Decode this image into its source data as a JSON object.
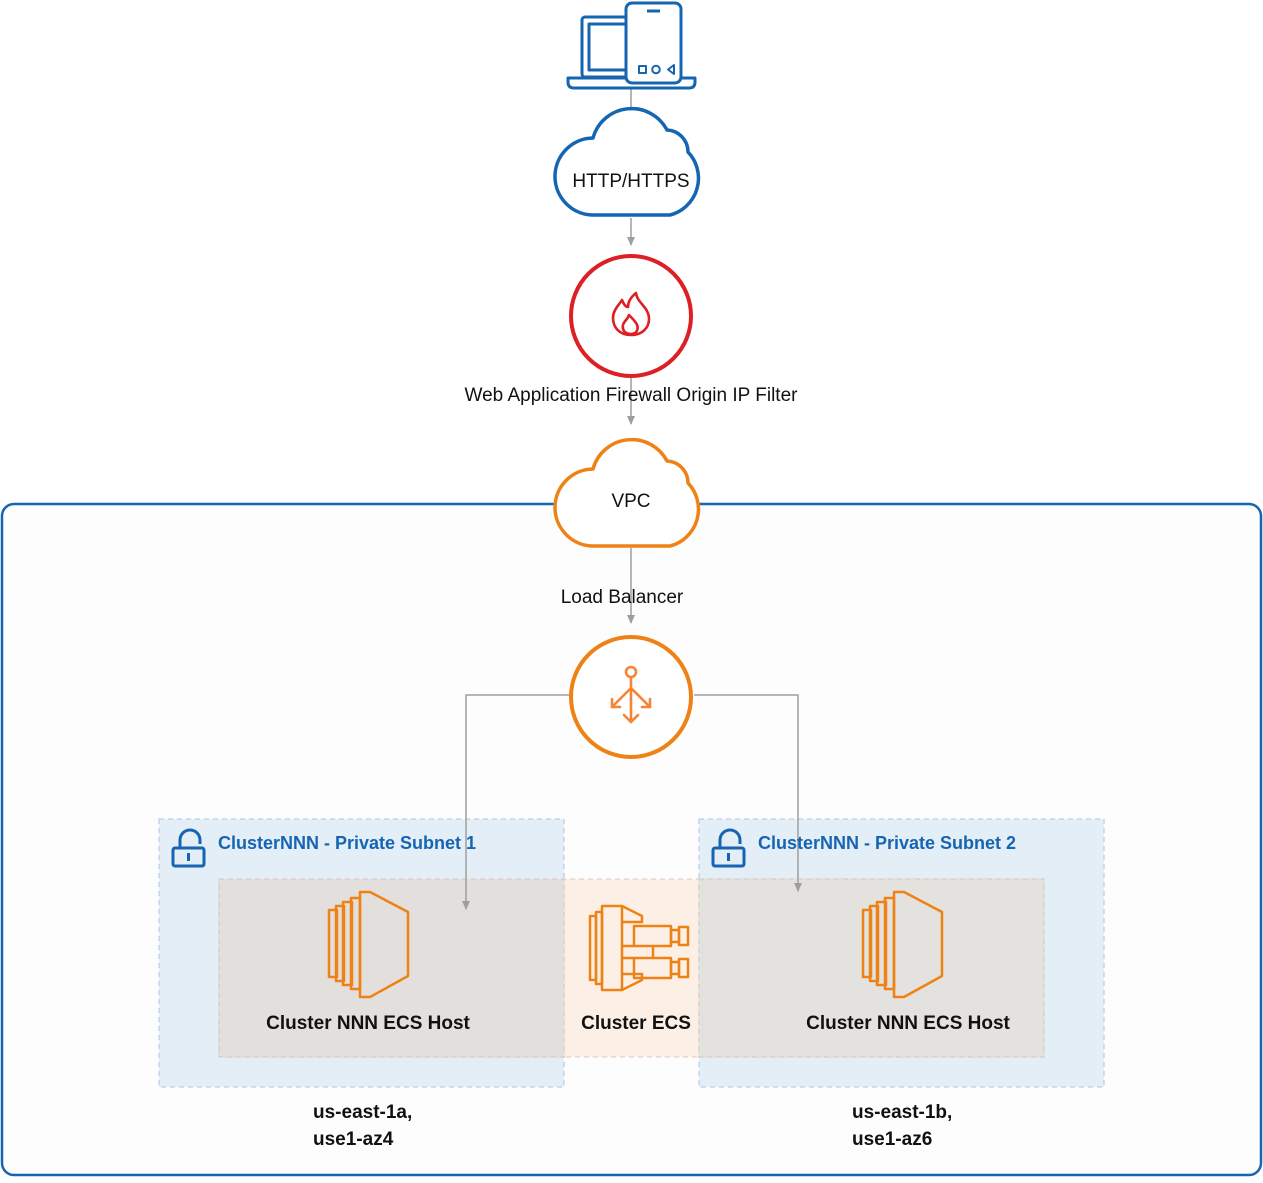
{
  "colors": {
    "blue": "#1565b3",
    "red": "#dd1f26",
    "orange": "#ee8216",
    "orange_light": "#f58536",
    "gray_line": "#9e9e9e",
    "vpc_border": "#1565b3",
    "subnet_fill": "#e3edf7",
    "host_fill": "#e3dfdd",
    "ecs_fill": "#fdeee2"
  },
  "nodes": {
    "client": {
      "icon": "laptop-phone-icon"
    },
    "internet": {
      "label": "HTTP/HTTPS",
      "icon": "cloud-icon"
    },
    "waf": {
      "label": "Web Application Firewall Origin IP Filter",
      "icon": "flame-icon"
    },
    "vpc": {
      "label": "VPC",
      "icon": "cloud-icon"
    },
    "lb": {
      "label": "Load Balancer",
      "icon": "load-balancer-icon"
    },
    "ecs": {
      "label": "Cluster ECS",
      "icon": "ecs-icon"
    }
  },
  "subnets": [
    {
      "title": "ClusterNNN - Private Subnet 1",
      "host_label": "Cluster NNN ECS Host",
      "az_line1": "us-east-1a,",
      "az_line2": "use1-az4",
      "icon": "lock-icon"
    },
    {
      "title": "ClusterNNN - Private Subnet 2",
      "host_label": "Cluster NNN ECS Host",
      "az_line1": "us-east-1b,",
      "az_line2": "use1-az6",
      "icon": "lock-icon"
    }
  ]
}
